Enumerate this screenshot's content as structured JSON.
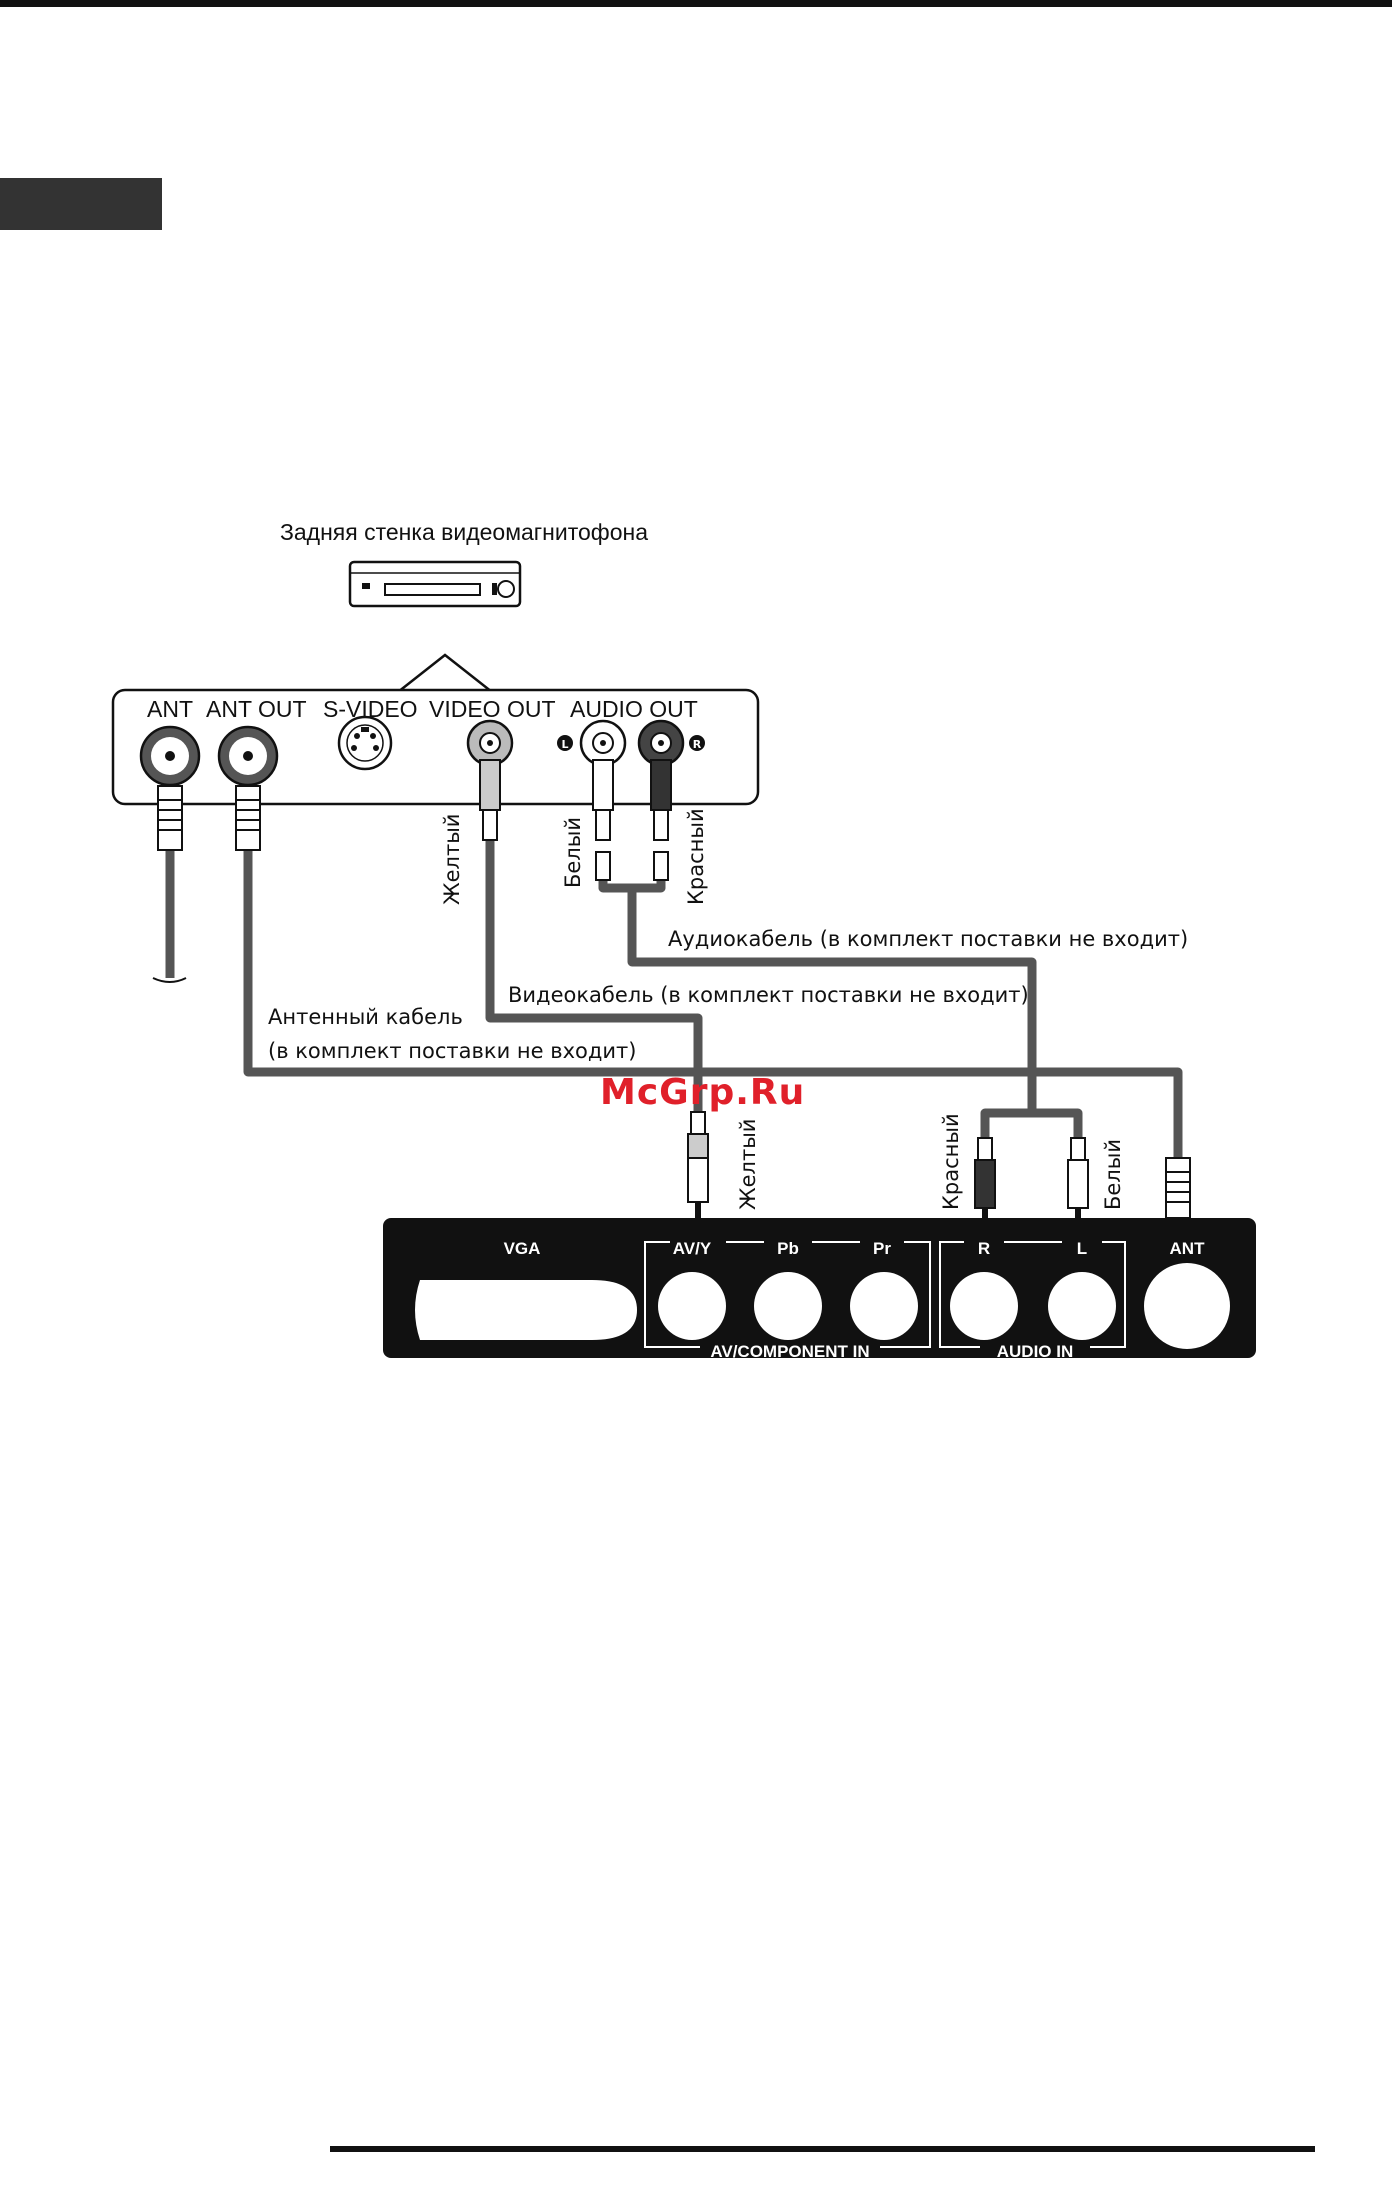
{
  "vcr": {
    "title": "Задняя стенка видеомагнитофона",
    "port_labels": {
      "ant": "ANT",
      "ant_out": "ANT OUT",
      "s_video": "S-VIDEO",
      "video_out": "VIDEO OUT",
      "audio_out": "AUDIO OUT",
      "left_marker": "L",
      "right_marker": "R"
    }
  },
  "wire_labels": {
    "video_yellow": "Желтый",
    "audio_white": "Белый",
    "audio_red": "Красный",
    "tv_yellow": "Желтый",
    "tv_red": "Красный",
    "tv_white": "Белый"
  },
  "cables": {
    "audio": "Аудиокабель (в комплект поставки не входит)",
    "video": "Видеокабель (в комплект поставки не входит)",
    "antenna_line1": "Антенный кабель",
    "antenna_line2": "(в комплект поставки не входит)"
  },
  "tv_panel": {
    "vga": "VGA",
    "av_y": "AV/Y",
    "pb": "Pb",
    "pr": "Pr",
    "r": "R",
    "l": "L",
    "ant": "ANT",
    "av_component_in": "AV/COMPONENT IN",
    "audio_in": "AUDIO IN"
  },
  "watermark": "McGrp.Ru",
  "colors": {
    "cable": "#555555",
    "panel": "#111111",
    "header_block": "#333333",
    "watermark": "#e0202a"
  }
}
